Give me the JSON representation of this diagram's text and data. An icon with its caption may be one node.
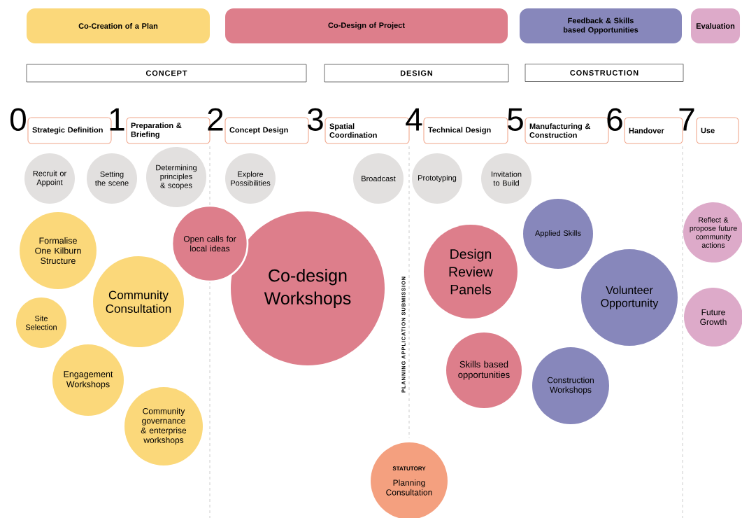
{
  "diagram": {
    "nodes": [
      {
        "text": [
          "Co-Creation of a Plan"
        ]
      },
      {
        "text": [
          "Co-Design of Project"
        ]
      },
      {
        "text": [
          "Feedback & Skills based Opportunities"
        ]
      },
      {
        "text": [
          "Evaluation"
        ]
      },
      {
        "text": [
          "CONCEPT"
        ]
      },
      {
        "text": [
          "DESIGN"
        ]
      },
      {
        "text": [
          "CONSTRUCTION"
        ]
      },
      {
        "text": [
          "Strategic Definition"
        ],
        "beside": [
          "0"
        ]
      },
      {
        "text": [
          "Preparation & Briefing"
        ],
        "beside": [
          "1"
        ]
      },
      {
        "text": [
          "Concept Design"
        ],
        "beside": [
          "2"
        ]
      },
      {
        "text": [
          "Spatial Coordination"
        ],
        "beside": [
          "3"
        ]
      },
      {
        "text": [
          "Technical Design"
        ],
        "beside": [
          "4"
        ]
      },
      {
        "text": [
          "Manufacturing & Construction"
        ],
        "beside": [
          "5"
        ]
      },
      {
        "text": [
          "Handover"
        ],
        "beside": [
          "6"
        ]
      },
      {
        "text": [
          "Use"
        ],
        "beside": [
          "7"
        ]
      },
      {
        "text": [
          "Recruit or Appoint"
        ]
      },
      {
        "text": [
          "Setting the scene"
        ]
      },
      {
        "text": [
          "Determining principles & scopes"
        ]
      },
      {
        "text": [
          "Explore Possibilities"
        ]
      },
      {
        "text": [
          "Broadcast"
        ]
      },
      {
        "text": [
          "Prototyping"
        ]
      },
      {
        "text": [
          "Invitation to Build"
        ]
      },
      {
        "text": [
          "Formalise One Kilburn Structure"
        ]
      },
      {
        "text": [
          "Community Consultation"
        ]
      },
      {
        "text": [
          "Site Selection"
        ]
      },
      {
        "text": [
          "Engagement Workshops"
        ]
      },
      {
        "text": [
          "Community governance & enterprise workshops"
        ]
      },
      {
        "text": [
          "Open calls for local ideas"
        ]
      },
      {
        "text": [
          "Co-design Workshops"
        ]
      },
      {
        "text": [
          "Design Review Panels"
        ]
      },
      {
        "text": [
          "Skills based opportunities"
        ]
      },
      {
        "text": [
          "Applied Skills"
        ]
      },
      {
        "text": [
          "Volunteer Opportunity"
        ]
      },
      {
        "text": [
          "Construction Workshops"
        ]
      },
      {
        "text": [
          "STATUTORY",
          "Planning Consultation"
        ]
      },
      {
        "text": [
          "Reflect & propose future community actions"
        ]
      },
      {
        "text": [
          "Future Growth"
        ]
      }
    ],
    "labels": [
      "PLANNING APPLICATION SUBMISSION"
    ]
  }
}
